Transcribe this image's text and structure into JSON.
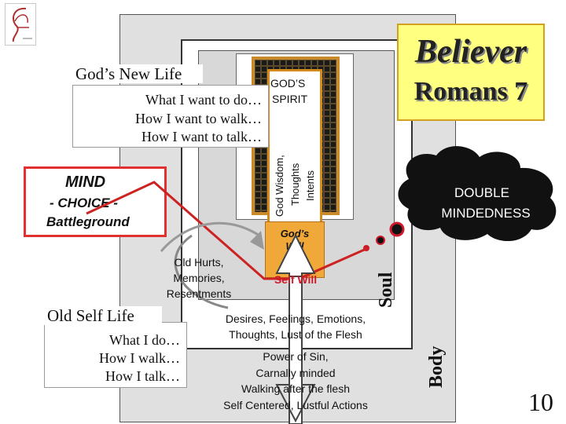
{
  "believer": {
    "title": "Believer",
    "reference": "Romans 7"
  },
  "new_life": {
    "label": "God’s New Life",
    "lines": [
      "What I want to do…",
      "How I want to walk…",
      "How I want to talk…"
    ]
  },
  "spirit": {
    "label_line1": "GOD’S",
    "label_line2": "SPIRIT",
    "vertical": [
      "God Wisdom,",
      "Thoughts",
      "Intents"
    ]
  },
  "mind": {
    "title": "MIND",
    "subtitle1": "- CHOICE -",
    "subtitle2": "Battleground"
  },
  "double_mindedness": {
    "line1": "DOUBLE",
    "line2": "MINDEDNESS"
  },
  "gods_will": {
    "line1": "God’s",
    "line2": "Will"
  },
  "self_will": "Self Will",
  "old_hurts": [
    "Old Hurts,",
    "Memories,",
    "Resentments"
  ],
  "old_self": {
    "label": "Old Self Life",
    "lines": [
      "What I do…",
      "How I walk…",
      "How I talk…"
    ]
  },
  "desires": [
    "Desires, Feelings, Emotions,",
    "Thoughts, Lust of the Flesh"
  ],
  "sin": [
    "Power of Sin,",
    "Carnally minded",
    "Walking after the flesh",
    "Self Centered, Lustful Actions"
  ],
  "soul_label": "Soul",
  "body_label": "Body",
  "page_number": "10",
  "colors": {
    "mind_border": "#e03030",
    "believer_fill": "#ffff80",
    "spirit_border": "#d48a1a",
    "cloud": "#111111",
    "dot": "#cc1a2a"
  }
}
